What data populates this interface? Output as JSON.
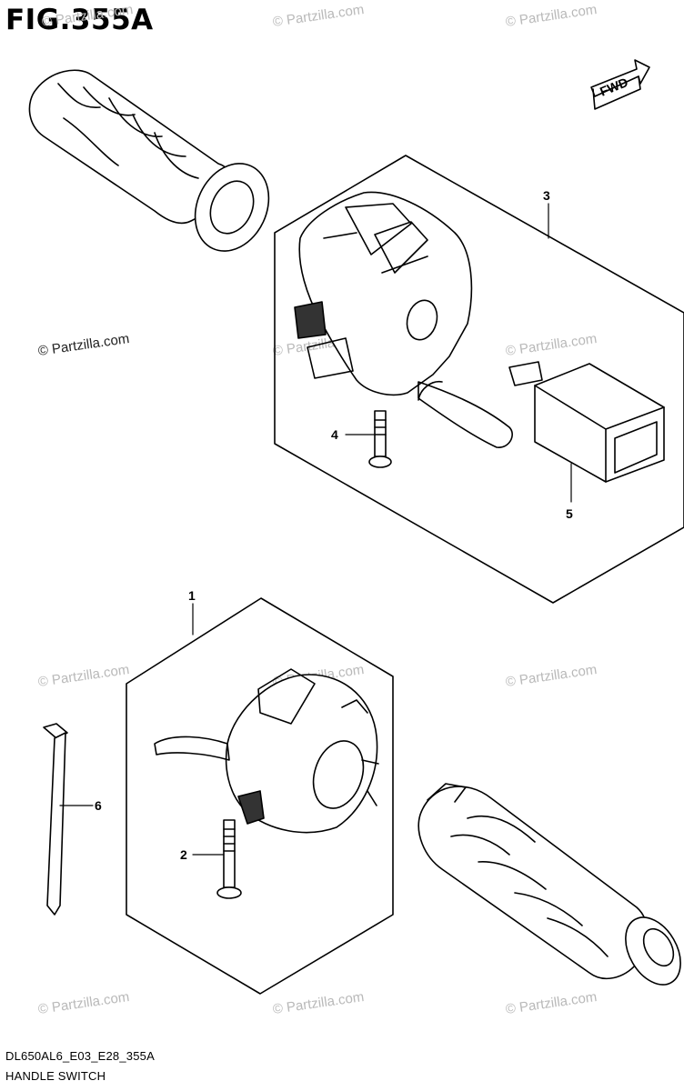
{
  "figure": {
    "title": "FIG.355A",
    "fwd_label": "FWD"
  },
  "watermark": {
    "text": "© Partzilla.com"
  },
  "callouts": [
    "1",
    "2",
    "3",
    "4",
    "5",
    "6"
  ],
  "footer": {
    "code": "DL650AL6_E03_E28_355A",
    "caption": "HANDLE SWITCH"
  }
}
